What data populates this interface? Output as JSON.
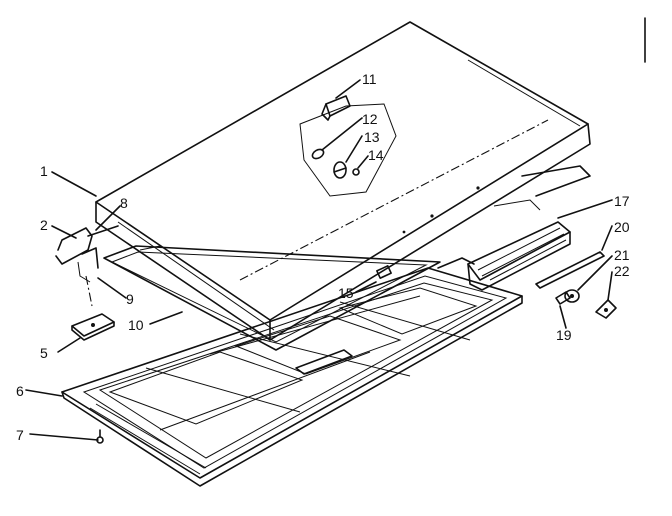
{
  "callouts": [
    {
      "id": "1",
      "text": "1"
    },
    {
      "id": "2",
      "text": "2"
    },
    {
      "id": "5",
      "text": "5"
    },
    {
      "id": "6",
      "text": "6"
    },
    {
      "id": "7",
      "text": "7"
    },
    {
      "id": "8",
      "text": "8"
    },
    {
      "id": "9",
      "text": "9"
    },
    {
      "id": "10",
      "text": "10"
    },
    {
      "id": "11",
      "text": "11"
    },
    {
      "id": "12",
      "text": "12"
    },
    {
      "id": "13",
      "text": "13"
    },
    {
      "id": "14",
      "text": "14"
    },
    {
      "id": "15",
      "text": "15"
    },
    {
      "id": "17",
      "text": "17"
    },
    {
      "id": "19",
      "text": "19"
    },
    {
      "id": "20",
      "text": "20"
    },
    {
      "id": "21",
      "text": "21"
    },
    {
      "id": "22",
      "text": "22"
    }
  ],
  "colors": {
    "ink": "#111111",
    "paper": "#ffffff"
  }
}
